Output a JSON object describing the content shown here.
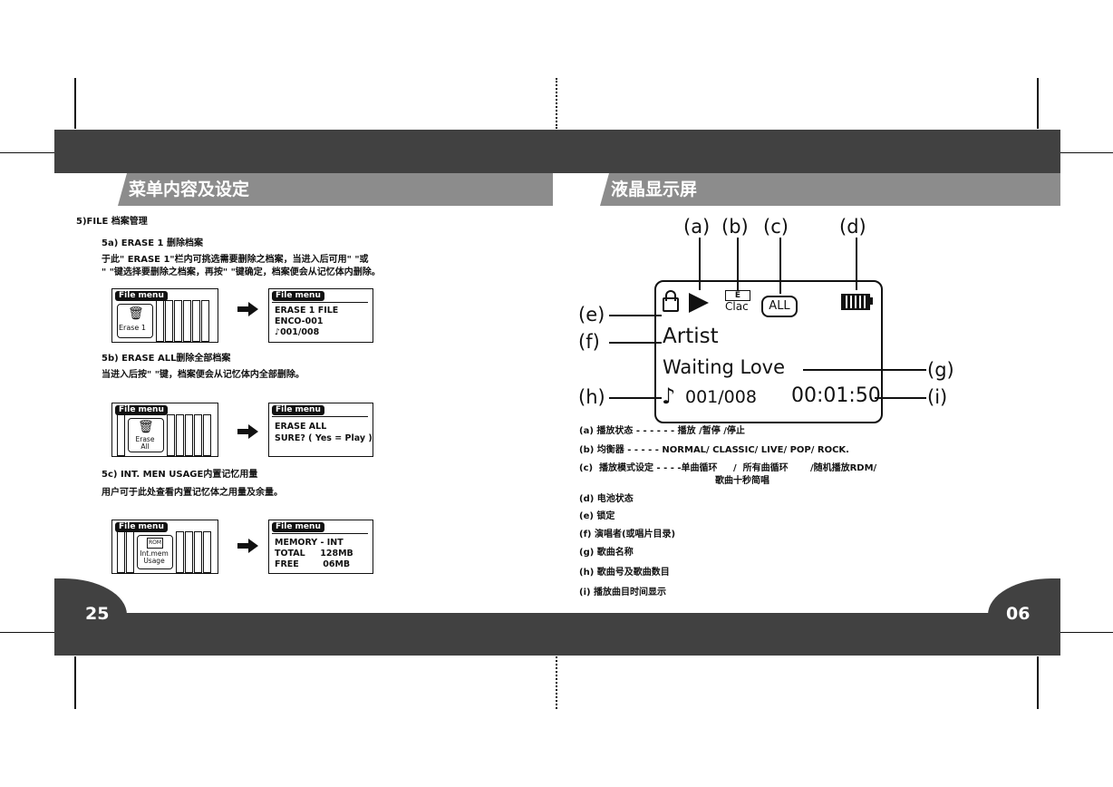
{
  "left_page": {
    "header": "菜单内容及设定",
    "page_number": "25",
    "section_title": "5)FILE 档案管理",
    "s5a": {
      "title": "5a) ERASE 1 删除档案",
      "desc_line1": "于此\" ERASE 1\"栏内可挑选需要删除之档案，当进入后可用\" \"或",
      "desc_line2": "\" \"键选择要删除之档案，再按\" \"键确定，档案便会从记忆体内删除。",
      "menu_title": "File menu",
      "menu_item": "Erase 1",
      "result_title": "File menu",
      "result_lines": [
        "ERASE 1 FILE",
        "ENCO-001",
        "♪001/008"
      ]
    },
    "s5b": {
      "title": "5b) ERASE ALL删除全部档案",
      "desc": "当进入后按\" \"键，档案便会从记忆体内全部删除。",
      "menu_title": "File menu",
      "menu_item": "Erase All",
      "result_title": "File menu",
      "result_lines": [
        "ERASE ALL",
        "SURE? ( Yes = Play )"
      ]
    },
    "s5c": {
      "title": "5c) INT. MEN USAGE内置记忆用量",
      "desc": "用户可于此处查看内置记忆体之用量及余量。",
      "menu_title": "File menu",
      "menu_item": "Int.mem Usage",
      "result_title": "File menu",
      "result_lines": [
        "MEMORY - INT",
        "TOTAL     128MB",
        "FREE        06MB"
      ]
    }
  },
  "right_page": {
    "header": "液晶显示屏",
    "page_number": "06",
    "labels": [
      "(a)",
      "(b)",
      "(c)",
      "(d)",
      "(e)",
      "(f)",
      "(g)",
      "(h)",
      "(i)"
    ],
    "display": {
      "artist": "Artist",
      "song": "Waiting Love",
      "track": "001/008",
      "time": "00:01:50",
      "eq_top": "E",
      "eq_bottom": "Clac",
      "repeat": "ALL"
    },
    "legend": [
      "(a)  播放状态 - - - - - - 播放  /暂停  /停止",
      "(b)  均衡器 - - - - - NORMAL/ CLASSIC/ LIVE/ POP/ ROCK.",
      "(c)  播放模式设定 - - - -单曲循环     /  所有曲循环       /随机播放RDM/",
      "歌曲十秒简唱",
      "(d)  电池状态",
      "(e)  锁定",
      "(f)  演唱者(或唱片目录)",
      "(g)  歌曲名称",
      "(h)  歌曲号及歌曲数目",
      "(i)  播放曲目时间显示"
    ]
  }
}
